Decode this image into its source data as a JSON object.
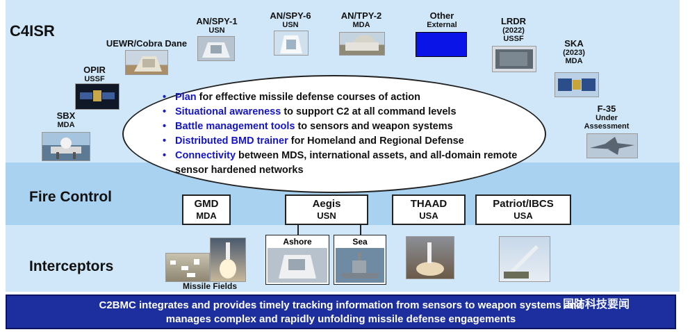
{
  "rows": {
    "c4isr": "C4ISR",
    "fire_control": "Fire Control",
    "interceptors": "Interceptors"
  },
  "sensors": {
    "sbx": {
      "name": "SBX",
      "org": "MDA"
    },
    "opir": {
      "name": "OPIR",
      "org": "USSF"
    },
    "uewr": {
      "name": "UEWR/Cobra Dane"
    },
    "spy1": {
      "name": "AN/SPY-1",
      "org": "USN"
    },
    "spy6": {
      "name": "AN/SPY-6",
      "org": "USN"
    },
    "tpy2": {
      "name": "AN/TPY-2",
      "org": "MDA"
    },
    "other": {
      "name": "Other",
      "org": "External"
    },
    "lrdr": {
      "name": "LRDR",
      "year": "(2022)",
      "org": "USSF"
    },
    "ska": {
      "name": "SKA",
      "year": "(2023)",
      "org": "MDA"
    },
    "f35": {
      "name": "F-35",
      "line2": "Under",
      "line3": "Assessment"
    }
  },
  "bullets": [
    {
      "key": "Plan",
      "rest": " for effective missile defense courses of action"
    },
    {
      "key": "Situational awareness",
      "rest": " to support C2 at all command levels"
    },
    {
      "key": "Battle management tools",
      "rest": " to sensors and weapon systems"
    },
    {
      "key": "Distributed BMD trainer",
      "rest": " for Homeland and Regional Defense"
    },
    {
      "key": "Connectivity",
      "rest": " between MDS, international assets, and all-domain remote sensor hardened networks"
    }
  ],
  "fire_control": [
    {
      "name": "GMD",
      "org": "MDA"
    },
    {
      "name": "Aegis",
      "org": "USN"
    },
    {
      "name": "THAAD",
      "org": "USA"
    },
    {
      "name": "Patriot/IBCS",
      "org": "USA"
    }
  ],
  "interceptors": {
    "missile_fields": "Missile Fields",
    "ashore": "Ashore",
    "sea": "Sea"
  },
  "footer": {
    "line1": "C2BMC integrates and provides timely tracking information from sensors to weapon systems and",
    "line2": "manages complex and rapidly unfolding missile defense engagements"
  },
  "watermark": "国防科技要闻",
  "colors": {
    "keyword": "#1515c8",
    "footer_bg": "#1d2f9e",
    "band_light": "#cfe7f8",
    "band_mid": "#a9d2f1"
  }
}
